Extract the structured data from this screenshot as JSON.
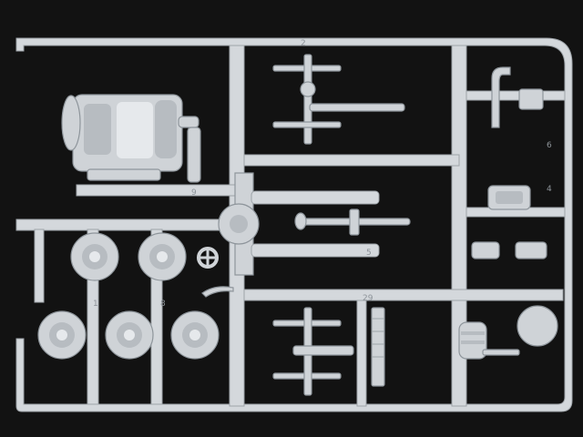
{
  "scene": {
    "background_color": "#121212",
    "plastic_color": "#d4d8dc",
    "shadow_color": "#8e959b",
    "sprue_numbers": [
      "2",
      "9",
      "29",
      "6",
      "4",
      "5",
      "8",
      "1"
    ]
  }
}
